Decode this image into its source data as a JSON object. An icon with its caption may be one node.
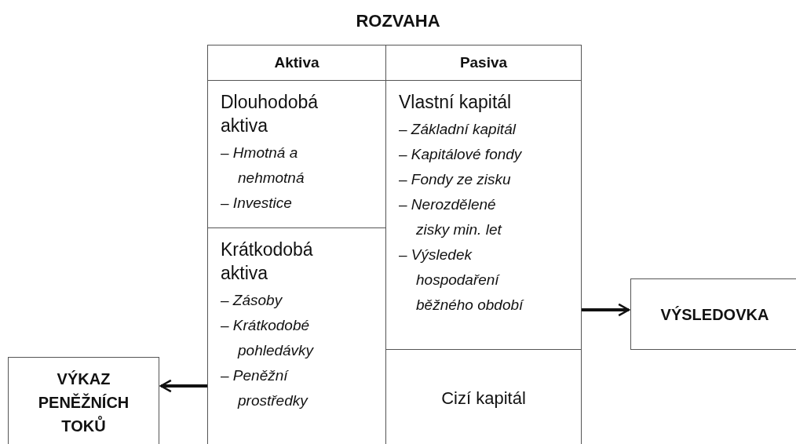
{
  "diagram": {
    "title": "ROZVAHA",
    "nodes": [
      {
        "text": [
          "Aktiva"
        ]
      },
      {
        "text": [
          "Pasiva"
        ]
      },
      {
        "text": [
          "Dlouhodobá aktiva",
          "– *Hmotná a nehmotná*",
          "– *Investice*"
        ]
      },
      {
        "text": [
          "Vlastní kapitál",
          "– *Základní kapitál*",
          "– *Kapitálové fondy*",
          "– *Fondy ze zisku*",
          "– *Nerozdělené zisky min. let*",
          "– *Výsledek hospodaření běžného období*"
        ]
      },
      {
        "text": [
          "Krátkodobá aktiva",
          "– *Zásoby*",
          "– *Krátkodobé pohledávky*",
          "– *Peněžní prostředky*"
        ]
      },
      {
        "text": [
          "Cizí kapitál"
        ]
      },
      {
        "text": [
          "VÝSLEDOVKA"
        ]
      },
      {
        "text": [
          "VÝKAZ PENĚŽNÍCH TOKŮ"
        ]
      }
    ],
    "edges": [
      {
        "from": 3,
        "to": 6,
        "arrow": "to"
      },
      {
        "from": 4,
        "to": 7,
        "arrow": "to"
      }
    ]
  }
}
